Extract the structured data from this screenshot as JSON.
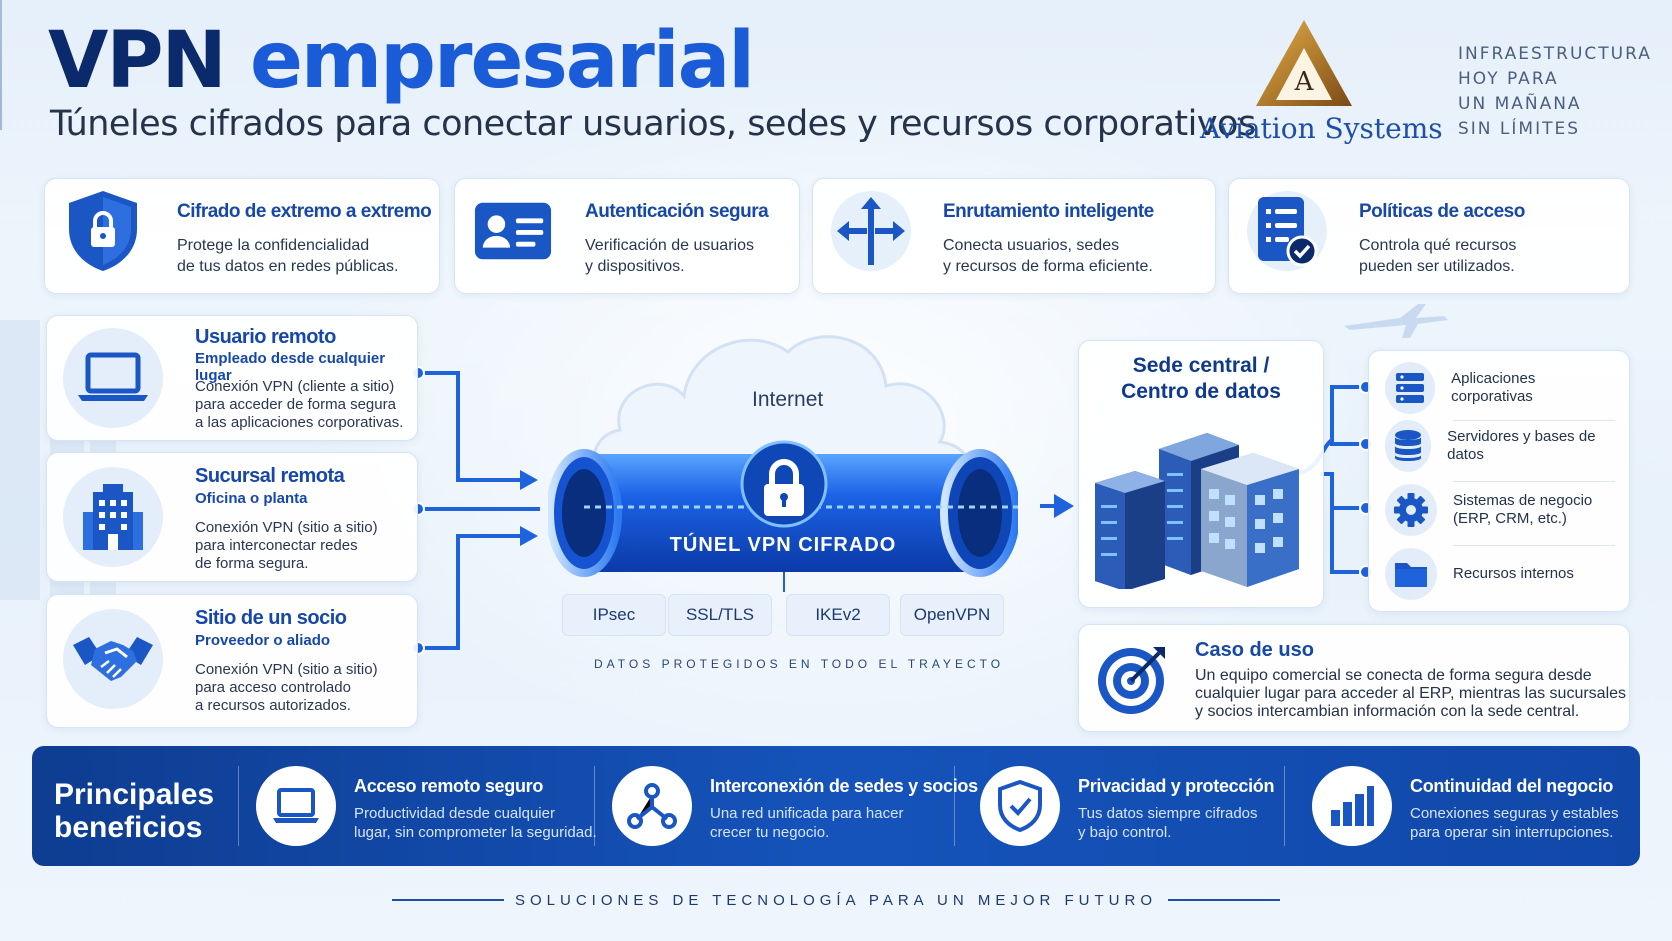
{
  "header": {
    "title_part1": "VPN",
    "title_part2": "empresarial",
    "subtitle": "Túneles cifrados para conectar usuarios, sedes y recursos corporativos"
  },
  "brand": {
    "logo_letter": "A",
    "name": "Aviation Systems",
    "slogan": [
      "INFRAESTRUCTURA",
      "HOY PARA",
      "UN MAÑANA",
      "SIN LÍMITES"
    ]
  },
  "features": [
    {
      "icon": "shield-lock-icon",
      "title": "Cifrado de extremo a extremo",
      "desc": [
        "Protege la confidencialidad",
        "de tus datos en redes públicas."
      ]
    },
    {
      "icon": "id-card-icon",
      "title": "Autenticación segura",
      "desc": [
        "Verificación de usuarios",
        "y dispositivos."
      ]
    },
    {
      "icon": "routing-arrows-icon",
      "title": "Enrutamiento inteligente",
      "desc": [
        "Conecta usuarios, sedes",
        "y recursos de forma eficiente."
      ]
    },
    {
      "icon": "policy-document-icon",
      "title": "Políticas de acceso",
      "desc": [
        "Controla qué recursos",
        "pueden ser utilizados."
      ]
    }
  ],
  "sources": [
    {
      "icon": "laptop-icon",
      "title": "Usuario remoto",
      "subtitle": "Empleado desde cualquier lugar",
      "desc": [
        "Conexión VPN (cliente a sitio)",
        "para acceder de forma segura",
        "a las aplicaciones corporativas."
      ]
    },
    {
      "icon": "building-icon",
      "title": "Sucursal remota",
      "subtitle": "Oficina o planta",
      "desc": [
        "Conexión VPN (sitio a sitio)",
        "para interconectar redes",
        "de forma segura."
      ]
    },
    {
      "icon": "handshake-icon",
      "title": "Sitio de un socio",
      "subtitle": "Proveedor o aliado",
      "desc": [
        "Conexión VPN (sitio a sitio)",
        "para acceso controlado",
        "a recursos autorizados."
      ]
    }
  ],
  "tunnel": {
    "cloud_label": "Internet",
    "tunnel_label": "TÚNEL VPN CIFRADO",
    "protocols": [
      "IPsec",
      "SSL/TLS",
      "IKEv2",
      "OpenVPN"
    ],
    "protected_label": "DATOS PROTEGIDOS EN TODO EL TRAYECTO"
  },
  "hq": {
    "title_line1": "Sede central /",
    "title_line2": "Centro de datos",
    "resources": [
      {
        "icon": "server-stack-icon",
        "label": [
          "Aplicaciones corporativas"
        ]
      },
      {
        "icon": "database-icon",
        "label": [
          "Servidores y bases de datos"
        ]
      },
      {
        "icon": "gear-icon",
        "label": [
          "Sistemas de negocio",
          "(ERP, CRM, etc.)"
        ]
      },
      {
        "icon": "folder-icon",
        "label": [
          "Recursos internos"
        ]
      }
    ]
  },
  "use_case": {
    "icon": "target-icon",
    "title": "Caso de uso",
    "desc": [
      "Un equipo comercial se conecta de forma segura desde",
      "cualquier lugar para acceder al ERP, mientras las sucursales",
      "y socios intercambian información con la sede central."
    ]
  },
  "benefits": {
    "heading_line1": "Principales",
    "heading_line2": "beneficios",
    "items": [
      {
        "icon": "laptop-icon",
        "title": "Acceso remoto seguro",
        "desc": [
          "Productividad desde cualquier",
          "lugar, sin comprometer la seguridad."
        ]
      },
      {
        "icon": "network-nodes-icon",
        "title": "Interconexión de sedes y socios",
        "desc": [
          "Una red unificada para hacer",
          "crecer tu negocio."
        ]
      },
      {
        "icon": "shield-check-icon",
        "title": "Privacidad y protección",
        "desc": [
          "Tus datos siempre cifrados",
          "y bajo control."
        ]
      },
      {
        "icon": "bar-chart-icon",
        "title": "Continuidad del negocio",
        "desc": [
          "Conexiones seguras y estables",
          "para operar sin interrupciones."
        ]
      }
    ]
  },
  "footer": "SOLUCIONES DE TECNOLOGÍA PARA UN MEJOR FUTURO",
  "colors": {
    "primary": "#1748a8",
    "dark": "#0b2a6b",
    "accent": "#1a5bd8",
    "banner": "#1553bb"
  }
}
